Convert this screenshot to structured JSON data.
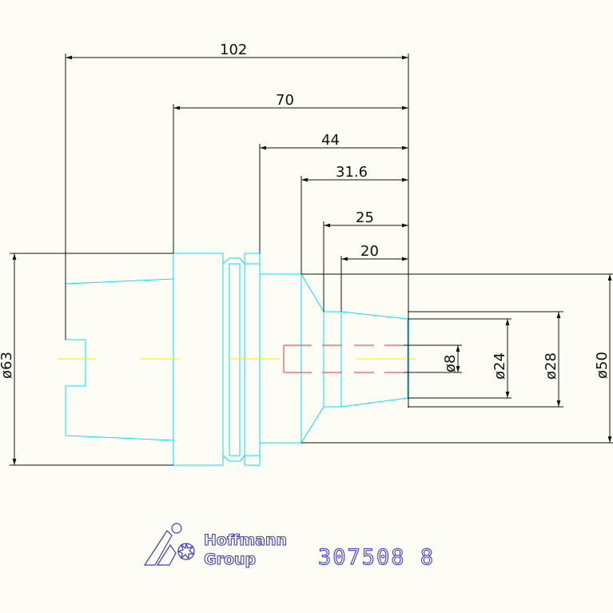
{
  "dimensions": {
    "length_102": "102",
    "length_70": "70",
    "length_44": "44",
    "length_31_6": "31.6",
    "length_25": "25",
    "length_20": "20",
    "dia_63": "ø63",
    "dia_8": "ø8",
    "dia_24": "ø24",
    "dia_28": "ø28",
    "dia_50": "ø50"
  },
  "title_block": {
    "brand_line1": "Hoffmann",
    "brand_line2": "Group",
    "part_number": "307508 8"
  },
  "colors": {
    "dimension": "#111111",
    "outline": "#00e5ee",
    "centerline": "#f2f200",
    "hidden": "#ff2a2a",
    "logo": "#3a3ad8",
    "background": "#fdfdf6"
  }
}
